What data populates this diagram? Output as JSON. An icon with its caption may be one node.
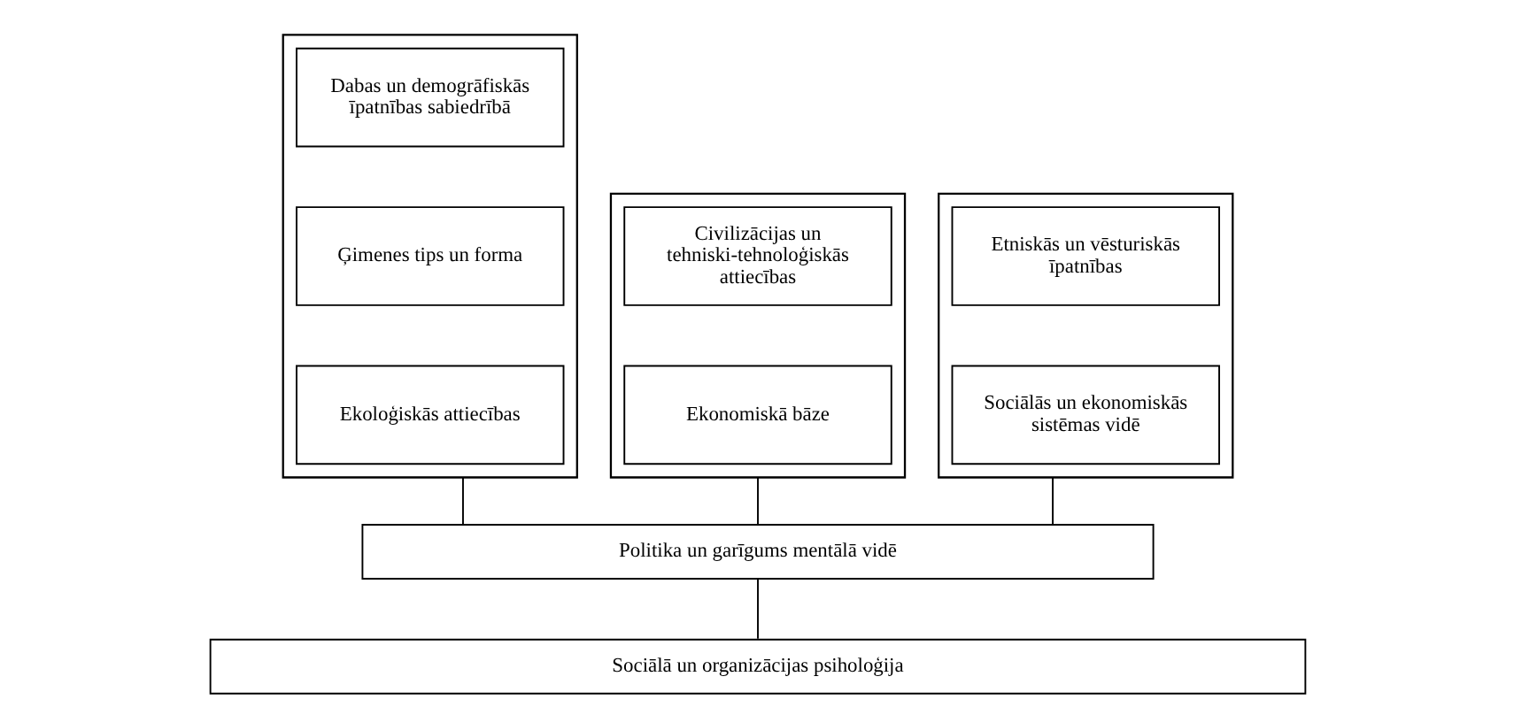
{
  "diagram": {
    "nodes": [
      {
        "text": [],
        "shape": "box"
      },
      {
        "text": [
          "Dabas un demogrāfiskās īpatnības sabiedrībā"
        ],
        "in": 0
      },
      {
        "text": [
          "Ģimenes tips un forma"
        ],
        "in": 0
      },
      {
        "text": [
          "Ekoloģiskās attiecības"
        ],
        "in": 0
      },
      {
        "text": [],
        "shape": "box"
      },
      {
        "text": [
          "Civilizācijas un tehniski-tehnoloģiskās attiecības"
        ],
        "in": 4
      },
      {
        "text": [
          "Ekonomiskā bāze"
        ],
        "in": 4
      },
      {
        "text": [],
        "shape": "box"
      },
      {
        "text": [
          "Etniskās un vēsturiskās īpatnības"
        ],
        "in": 7
      },
      {
        "text": [
          "Sociālās un ekonomiskās sistēmas vidē"
        ],
        "in": 7
      },
      {
        "text": [
          "Politika un garīgums mentālā vidē"
        ]
      },
      {
        "text": [
          "Sociālā un organizācijas psiholoģija"
        ]
      }
    ],
    "edges": [
      {
        "from": 0,
        "to": 10,
        "arrow": "none"
      },
      {
        "from": 4,
        "to": 10,
        "arrow": "none"
      },
      {
        "from": 7,
        "to": 10,
        "arrow": "none"
      },
      {
        "from": 10,
        "to": 11,
        "arrow": "none"
      }
    ]
  }
}
